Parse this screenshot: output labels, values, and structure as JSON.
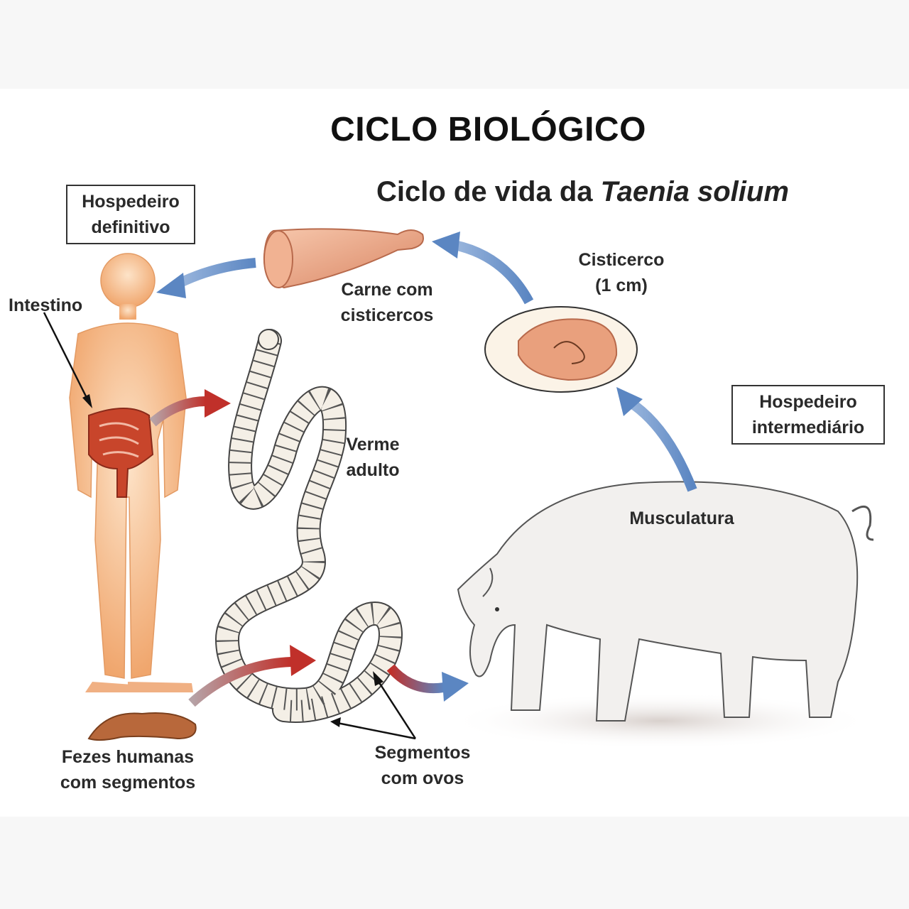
{
  "title": "CICLO BIOLÓGICO",
  "subtitle": {
    "prefix": "Ciclo de vida da ",
    "species": "Taenia solium"
  },
  "labels": {
    "host_definitive": [
      "Hospedeiro",
      "definitivo"
    ],
    "intestine": "Intestino",
    "meat": [
      "Carne com",
      "cisticercos"
    ],
    "cysticercus": [
      "Cisticerco",
      "(1 cm)"
    ],
    "adult_worm": [
      "Verme",
      "adulto"
    ],
    "host_intermediate": [
      "Hospedeiro",
      "intermediário"
    ],
    "musculature": "Musculatura",
    "feces": [
      "Fezes humanas",
      "com segmentos"
    ],
    "segments": [
      "Segmentos",
      "com ovos"
    ]
  },
  "colors": {
    "arrow_blue": "#6b93c9",
    "arrow_red": "#c0302a",
    "skin": "#f4b98a",
    "intestine": "#c8452b",
    "pig": "#f2f0ee",
    "meat": "#e9a07d"
  }
}
